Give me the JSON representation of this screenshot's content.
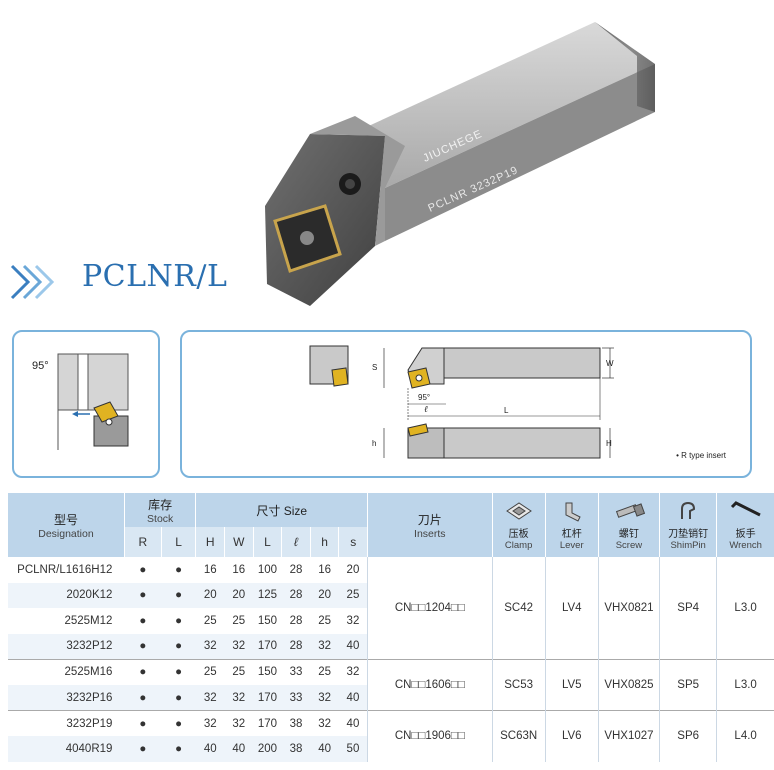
{
  "title": "PCLNR/L",
  "photo": {
    "brand_text": "JIUCHEGE",
    "marking_text": "PCLNR 3232P19"
  },
  "diagram": {
    "angle_small": "95°",
    "angle_large": "95°",
    "label_s": "S",
    "label_w": "W",
    "label_l": "L",
    "label_ell": "ℓ",
    "label_h": "h",
    "label_H": "H",
    "note": "• R type insert"
  },
  "table": {
    "headers": {
      "designation_cn": "型号",
      "designation_en": "Designation",
      "stock_cn": "库存",
      "stock_en": "Stock",
      "size_label": "尺寸 Size",
      "inserts_cn": "刀片",
      "inserts_en": "Inserts",
      "clamp_cn": "压板",
      "clamp_en": "Clamp",
      "lever_cn": "杠杆",
      "lever_en": "Lever",
      "screw_cn": "螺钉",
      "screw_en": "Screw",
      "shimpin_cn": "刀垫销钉",
      "shimpin_en": "ShimPin",
      "wrench_cn": "扳手",
      "wrench_en": "Wrench"
    },
    "sub_headers": [
      "R",
      "L",
      "H",
      "W",
      "L",
      "ℓ",
      "h",
      "s"
    ],
    "groups": [
      {
        "rows": [
          {
            "designation": "PCLNR/L1616H12",
            "R": "●",
            "L_stock": "●",
            "H": "16",
            "W": "16",
            "L": "100",
            "ell": "28",
            "h": "16",
            "s": "20"
          },
          {
            "designation": "2020K12",
            "R": "●",
            "L_stock": "●",
            "H": "20",
            "W": "20",
            "L": "125",
            "ell": "28",
            "h": "20",
            "s": "25"
          },
          {
            "designation": "2525M12",
            "R": "●",
            "L_stock": "●",
            "H": "25",
            "W": "25",
            "L": "150",
            "ell": "28",
            "h": "25",
            "s": "32"
          },
          {
            "designation": "3232P12",
            "R": "●",
            "L_stock": "●",
            "H": "32",
            "W": "32",
            "L": "170",
            "ell": "28",
            "h": "32",
            "s": "40"
          }
        ],
        "insert": "CN□□1204□□",
        "clamp": "SC42",
        "lever": "LV4",
        "screw": "VHX0821",
        "shim_pin": "SP4",
        "wrench": "L3.0"
      },
      {
        "rows": [
          {
            "designation": "2525M16",
            "R": "●",
            "L_stock": "●",
            "H": "25",
            "W": "25",
            "L": "150",
            "ell": "33",
            "h": "25",
            "s": "32"
          },
          {
            "designation": "3232P16",
            "R": "●",
            "L_stock": "●",
            "H": "32",
            "W": "32",
            "L": "170",
            "ell": "33",
            "h": "32",
            "s": "40"
          }
        ],
        "insert": "CN□□1606□□",
        "clamp": "SC53",
        "lever": "LV5",
        "screw": "VHX0825",
        "shim_pin": "SP5",
        "wrench": "L3.0"
      },
      {
        "rows": [
          {
            "designation": "3232P19",
            "R": "●",
            "L_stock": "●",
            "H": "32",
            "W": "32",
            "L": "170",
            "ell": "38",
            "h": "32",
            "s": "40"
          },
          {
            "designation": "4040R19",
            "R": "●",
            "L_stock": "●",
            "H": "40",
            "W": "40",
            "L": "200",
            "ell": "38",
            "h": "40",
            "s": "50"
          }
        ],
        "insert": "CN□□1906□□",
        "clamp": "SC63N",
        "lever": "LV6",
        "screw": "VHX1027",
        "shim_pin": "SP6",
        "wrench": "L4.0"
      }
    ]
  }
}
